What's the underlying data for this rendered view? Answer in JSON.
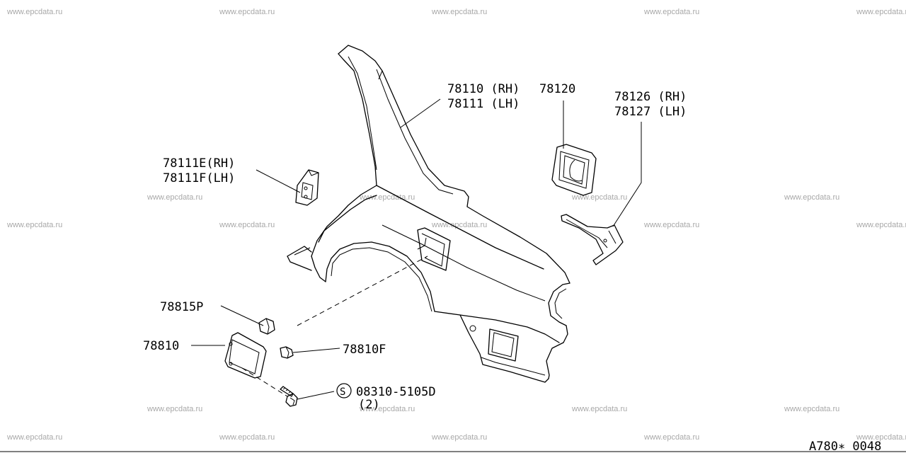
{
  "watermark": "www.epcdata.ru",
  "diagram_code": "A780∗ 0048",
  "callouts": {
    "qp_main_rh": "78110 (RH)",
    "qp_main_lh": "78111 (LH)",
    "filler": "78120",
    "ext_rh": "78126 (RH)",
    "ext_lh": "78127 (LH)",
    "bracket_rh": "78111E(RH)",
    "bracket_lh": "78111F(LH)",
    "lid_bumper": "78815P",
    "fuel_lid": "78810",
    "lid_spring": "78810F",
    "screw_symbol": "S",
    "screw_part": "08310-5105D",
    "screw_qty": "(2)"
  }
}
